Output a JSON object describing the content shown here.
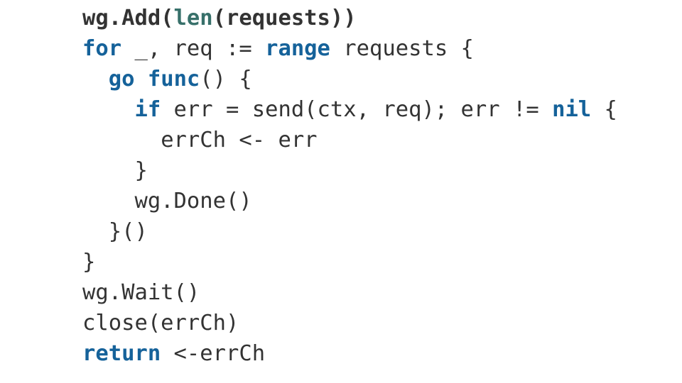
{
  "document": {
    "kind": "code-snippet",
    "language": "go",
    "background_color": "#ffffff"
  },
  "theme": {
    "plain_color": "#333333",
    "keyword_color": "#15629a",
    "builtin_color": "#37706a",
    "background_color": "#ffffff"
  },
  "code": {
    "plain_text": "wg.Add(len(requests))\nfor _, req := range requests {\n  go func() {\n    if err = send(ctx, req); err != nil {\n      errCh <- err\n    }\n    wg.Done()\n  }()\n}\nwg.Wait()\nclose(errCh)\nreturn <-errCh",
    "lines": [
      {
        "number": 1,
        "indent": 0,
        "tokens": [
          {
            "text": "wg.Add(",
            "style": "plain-b"
          },
          {
            "text": "len",
            "style": "builtin"
          },
          {
            "text": "(requests))",
            "style": "plain-b"
          }
        ]
      },
      {
        "number": 2,
        "indent": 0,
        "tokens": [
          {
            "text": "for",
            "style": "kw"
          },
          {
            "text": " _, req := ",
            "style": "plain"
          },
          {
            "text": "range",
            "style": "kw"
          },
          {
            "text": " requests {",
            "style": "plain"
          }
        ]
      },
      {
        "number": 3,
        "indent": 2,
        "tokens": [
          {
            "text": "go",
            "style": "kw"
          },
          {
            "text": " ",
            "style": "plain"
          },
          {
            "text": "func",
            "style": "kw"
          },
          {
            "text": "() {",
            "style": "plain"
          }
        ]
      },
      {
        "number": 4,
        "indent": 4,
        "tokens": [
          {
            "text": "if",
            "style": "kw"
          },
          {
            "text": " err = send(ctx, req); err != ",
            "style": "plain"
          },
          {
            "text": "nil",
            "style": "kw"
          },
          {
            "text": " {",
            "style": "plain"
          }
        ]
      },
      {
        "number": 5,
        "indent": 6,
        "tokens": [
          {
            "text": "errCh <- err",
            "style": "plain"
          }
        ]
      },
      {
        "number": 6,
        "indent": 4,
        "tokens": [
          {
            "text": "}",
            "style": "plain"
          }
        ]
      },
      {
        "number": 7,
        "indent": 4,
        "tokens": [
          {
            "text": "wg.Done()",
            "style": "plain"
          }
        ]
      },
      {
        "number": 8,
        "indent": 2,
        "tokens": [
          {
            "text": "}()",
            "style": "plain"
          }
        ]
      },
      {
        "number": 9,
        "indent": 0,
        "tokens": [
          {
            "text": "}",
            "style": "plain"
          }
        ]
      },
      {
        "number": 10,
        "indent": 0,
        "tokens": [
          {
            "text": "wg.Wait()",
            "style": "plain"
          }
        ]
      },
      {
        "number": 11,
        "indent": 0,
        "tokens": [
          {
            "text": "close(errCh)",
            "style": "plain"
          }
        ]
      },
      {
        "number": 12,
        "indent": 0,
        "tokens": [
          {
            "text": "return",
            "style": "kw"
          },
          {
            "text": " <-errCh",
            "style": "plain"
          }
        ]
      }
    ]
  }
}
